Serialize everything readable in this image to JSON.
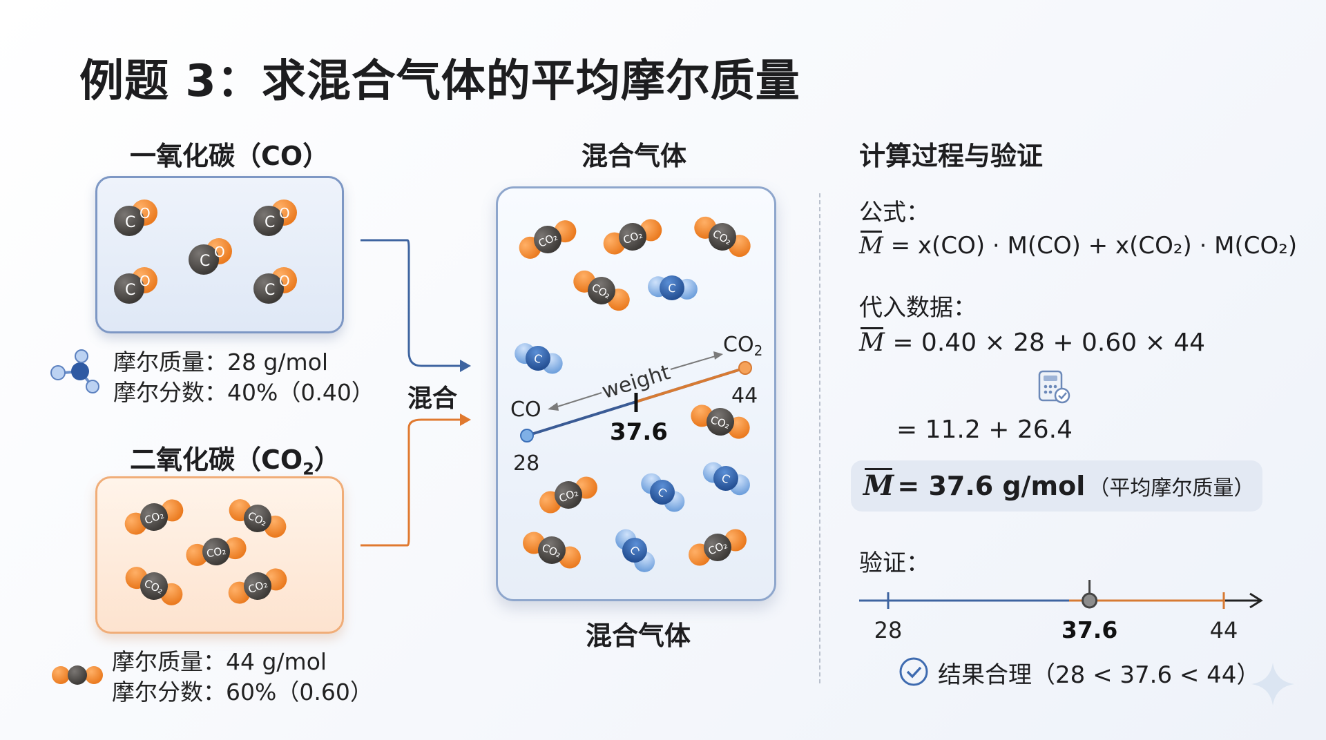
{
  "title": "例题 3：求混合气体的平均摩尔质量",
  "co": {
    "heading": "一氧化碳（CO）",
    "molar_mass": "摩尔质量：28 g/mol",
    "mole_fraction": "摩尔分数：40%（0.40）",
    "atom_c": "C",
    "atom_o": "O"
  },
  "co2": {
    "heading_main": "二氧化碳（CO",
    "heading_sub": "2",
    "heading_end": "）",
    "molar_mass": "摩尔质量：44 g/mol",
    "mole_fraction": "摩尔分数：60%（0.60）",
    "molecule_label": "CO₂"
  },
  "mix_label": "混合",
  "mixture": {
    "heading": "混合气体",
    "footer": "混合气体",
    "lever": {
      "left_label": "CO",
      "left_value": "28",
      "right_label_main": "CO",
      "right_label_sub": "2",
      "right_value": "44",
      "weight_label": "weight",
      "mean_value": "37.6"
    }
  },
  "calc": {
    "heading": "计算过程与验证",
    "formula_label": "公式：",
    "symbol_m": "M",
    "formula_rhs": "= x(CO) · M(CO) + x(CO₂) · M(CO₂)",
    "substitute_label": "代入数据：",
    "substitution": "= 0.40 × 28 + 0.60 × 44",
    "intermediate": "= 11.2 + 26.4",
    "result_value": "= 37.6 g/mol",
    "result_note": "（平均摩尔质量）",
    "verify_label": "验证：",
    "number_line": {
      "min": 28,
      "mean": 37.6,
      "max": 44,
      "min_label": "28",
      "mean_label": "37.6",
      "max_label": "44"
    },
    "conclusion": "结果合理（28 < 37.6 < 44）"
  },
  "colors": {
    "carbon": "#4a4744",
    "oxygen": "#f08a2e",
    "co_blue": "#5b8fd6",
    "co_arrow": "#3e64a0",
    "co2_arrow": "#e0792f",
    "check": "#3e6bb0"
  },
  "icons": [
    "co-molecule-icon",
    "co2-molecule-icon",
    "calculator-icon",
    "check-circle-icon",
    "sparkle-icon"
  ]
}
